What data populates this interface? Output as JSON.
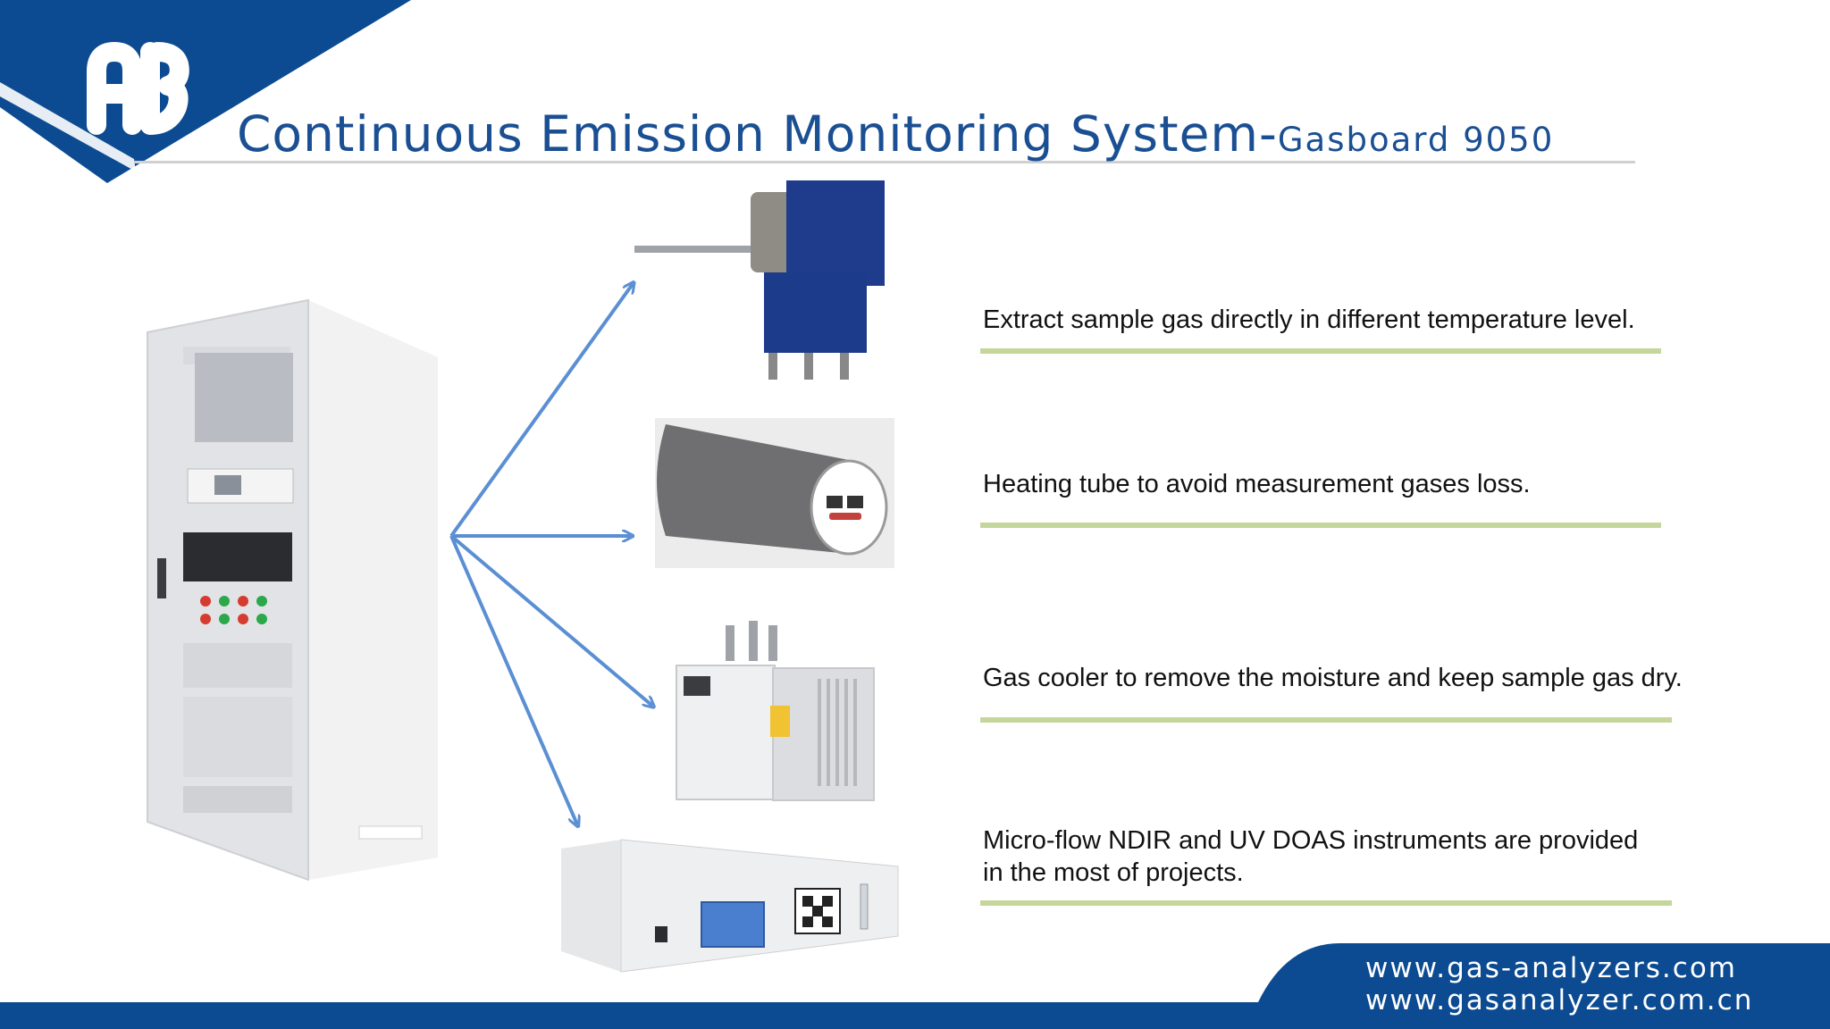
{
  "title": {
    "main": "Continuous Emission Monitoring System-",
    "sub": "Gasboard 9050"
  },
  "features": [
    {
      "lines": [
        "Extract sample gas directly in different temperature level."
      ]
    },
    {
      "lines": [
        "Heating tube to avoid measurement gases loss."
      ]
    },
    {
      "lines": [
        "Gas cooler to remove the moisture and keep sample gas dry."
      ]
    },
    {
      "lines": [
        "Micro-flow NDIR and UV DOAS instruments are provided",
        "in the most of projects."
      ]
    }
  ],
  "footer": {
    "urls": [
      "www.gas-analyzers.com",
      "www.gasanalyzer.com.cn"
    ]
  },
  "colors": {
    "brand_blue": "#0c4b92",
    "title_blue": "#1a4f93",
    "arrow_blue": "#5b8fd3",
    "underline_green": "#c5d69b"
  }
}
